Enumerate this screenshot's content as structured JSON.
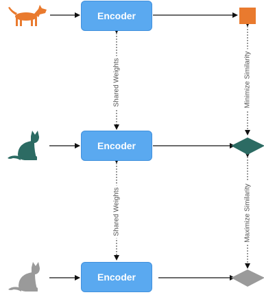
{
  "encoders": [
    {
      "label": "Encoder"
    },
    {
      "label": "Encoder"
    },
    {
      "label": "Encoder"
    }
  ],
  "links": {
    "shared_top": "Shared Weights",
    "shared_bottom": "Shared Weights",
    "minimize": "Minimize Similarity",
    "maximize": "Maximize Similarity"
  },
  "colors": {
    "dog": "#e97a2e",
    "cat_teal": "#2c6b63",
    "cat_gray": "#9a9a9a",
    "encoder": "#5aa9f0"
  },
  "icons": [
    "dog-icon",
    "cat-icon",
    "gray-cat-icon",
    "orange-square-icon",
    "teal-diamond-icon",
    "gray-diamond-icon"
  ]
}
